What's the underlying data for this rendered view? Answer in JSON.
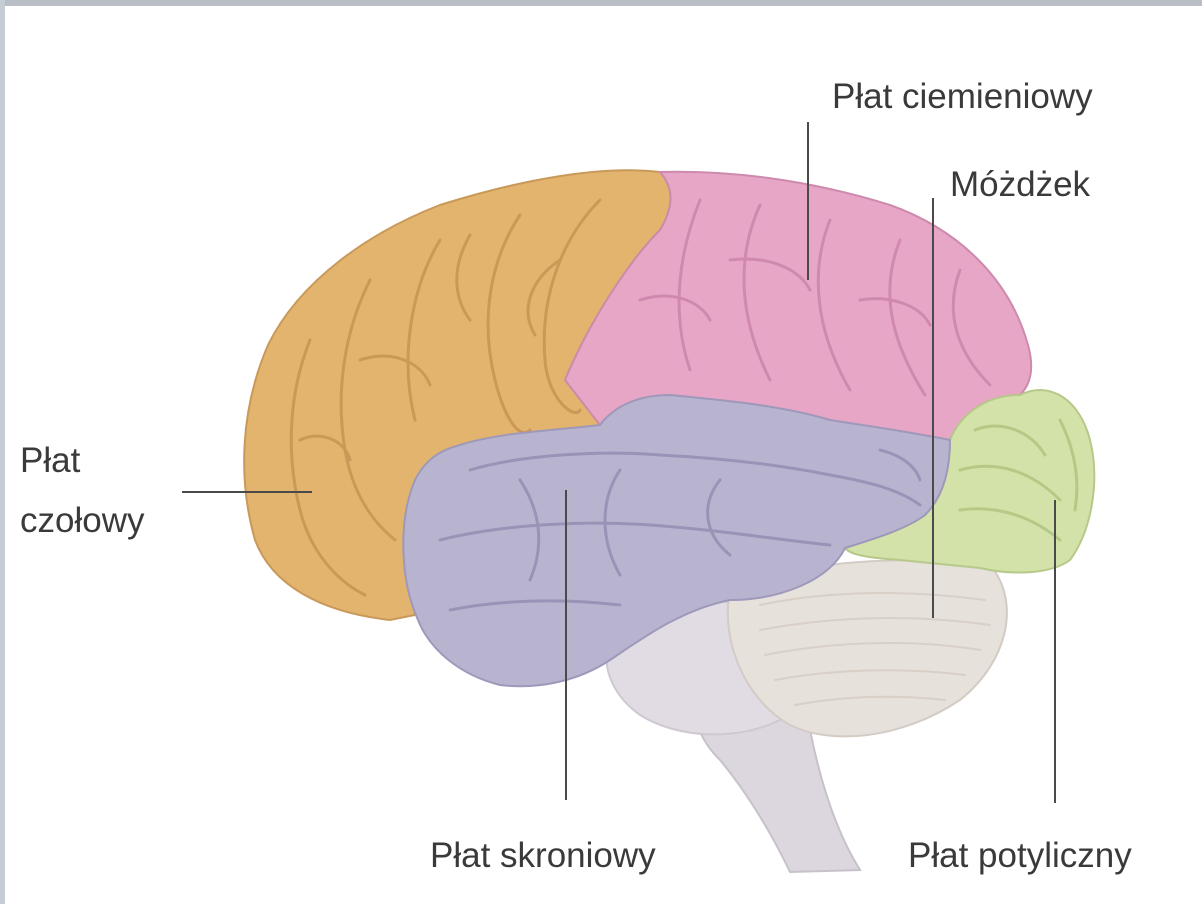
{
  "labels": {
    "parietal": "Płat ciemieniowy",
    "cerebellum": "Móżdżek",
    "frontal_line1": "Płat",
    "frontal_line2": "czołowy",
    "temporal": "Płat skroniowy",
    "occipital": "Płat potyliczny"
  },
  "colors": {
    "frontal": "#e2b46e",
    "parietal": "#e7a6c6",
    "temporal": "#b8b4cf",
    "occipital": "#d3e2a8",
    "cerebellum": "#e7e1dc",
    "brainstem": "#dcd7de"
  }
}
